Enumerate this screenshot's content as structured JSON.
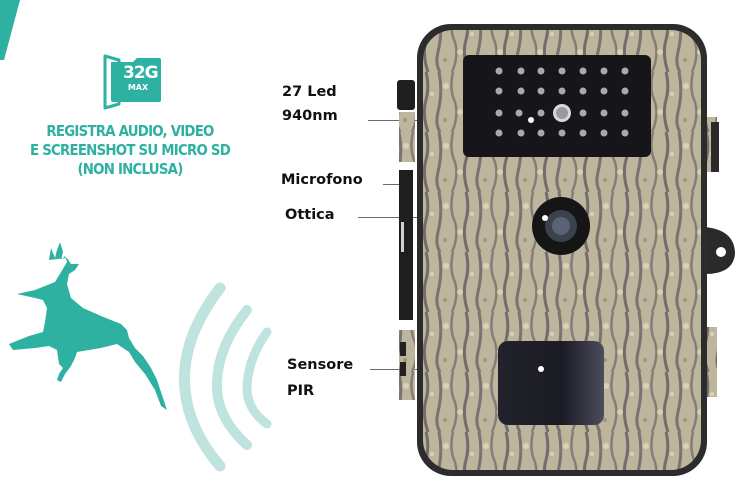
{
  "badge": {
    "sd_capacity": "32G",
    "sd_max": "MAX",
    "lines": [
      "REGISTRA AUDIO, VIDEO",
      "E SCREENSHOT SU MICRO SD",
      "(NON INCLUSA)"
    ]
  },
  "callouts": {
    "leds_line1": "27 Led",
    "leds_line2": "940nm",
    "mic": "Microfono",
    "lens": "Ottica",
    "pir_line1": "Sensore",
    "pir_line2": "PIR"
  },
  "icons": {
    "sd_card": "micro-sd-card-icon",
    "deer": "leaping-deer-icon",
    "waves": "motion-waves-icon",
    "camera": "trail-camera-product"
  },
  "colors": {
    "teal": "#2fb1a1",
    "teal_light": "#bfe3de",
    "text": "#111111",
    "camo_base": "#b9b29a",
    "camo_dark": "#6f6a68",
    "panel": "#15151a"
  }
}
